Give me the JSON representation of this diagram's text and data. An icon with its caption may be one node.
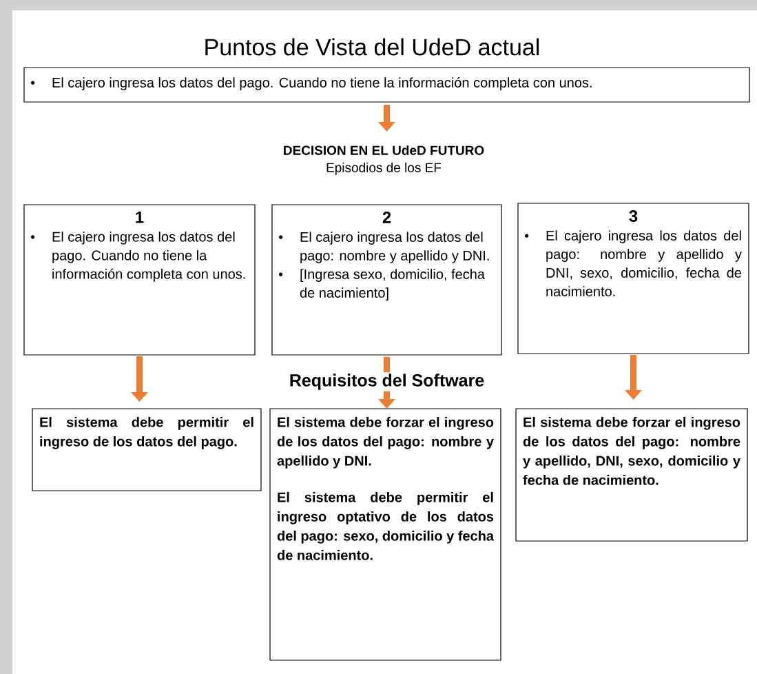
{
  "diagram": {
    "title": "Puntos de Vista del UdeD actual",
    "nodes": [
      {
        "text": [
          "El cajero ingresa los datos del pago. Cuando no tiene la información completa con unos."
        ]
      },
      {
        "text": [
          "DECISION EN EL UdeD FUTURO",
          "Episodios de los EF"
        ]
      },
      {
        "text": [
          "1",
          "El cajero ingresa los datos del pago. Cuando no tiene la información completa con unos."
        ]
      },
      {
        "text": [
          "2",
          "El cajero ingresa los datos del pago: nombre y apellido y DNI.",
          "[Ingresa sexo, domicilio, fecha de nacimiento]"
        ]
      },
      {
        "text": [
          "3",
          "El cajero ingresa los datos del pago: nombre y apellido y DNI, sexo, domicilio, fecha de nacimiento."
        ]
      },
      {
        "text": [
          "El sistema debe permitir el ingreso de los datos del pago."
        ]
      },
      {
        "text": [
          "El sistema debe forzar el ingreso de los datos del pago: nombre y apellido y DNI.",
          "El sistema debe permitir el ingreso optativo de los datos del pago: sexo, domicilio y fecha de nacimiento."
        ]
      },
      {
        "text": [
          "El sistema debe forzar el ingreso de los datos del pago: nombre y apellido, DNI, sexo, domicilio y fecha de nacimiento."
        ]
      }
    ],
    "edges": [
      {
        "from": 0,
        "to": 1,
        "arrow": "to"
      },
      {
        "from": 2,
        "to": 5,
        "arrow": "to"
      },
      {
        "from": 3,
        "to": 6,
        "arrow": "to",
        "label": "Requisitos del Software"
      },
      {
        "from": 4,
        "to": 7,
        "arrow": "to"
      }
    ]
  }
}
